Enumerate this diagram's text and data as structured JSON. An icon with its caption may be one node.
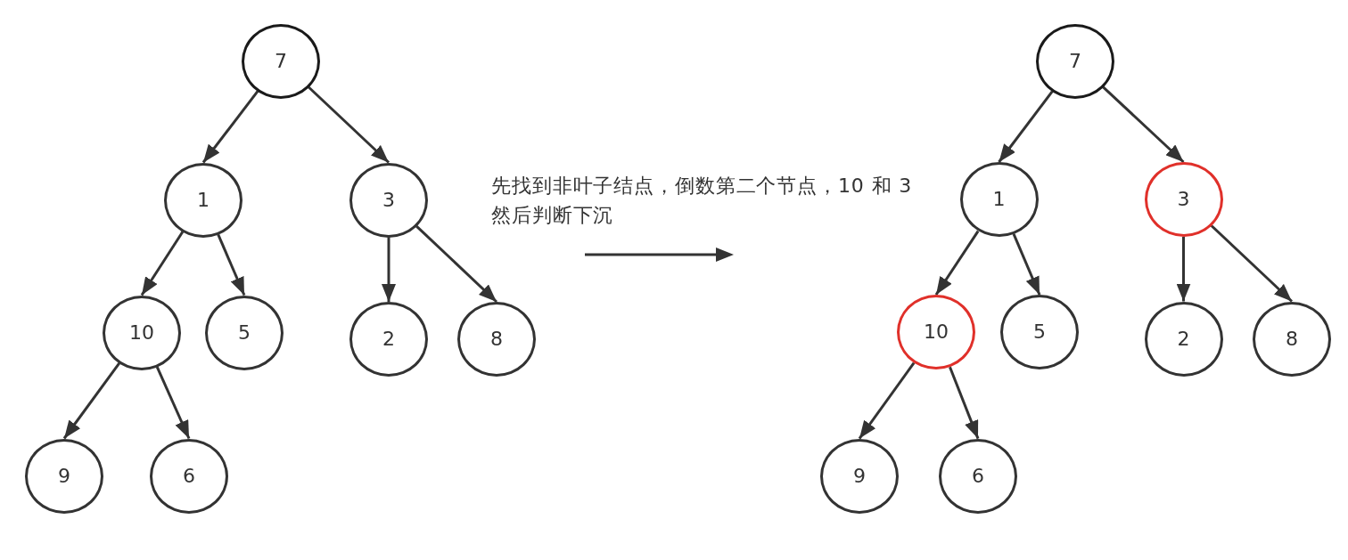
{
  "diagram": {
    "nodes": [
      {
        "text": [
          "7"
        ]
      },
      {
        "text": [
          "1"
        ]
      },
      {
        "text": [
          "3"
        ]
      },
      {
        "text": [
          "10"
        ]
      },
      {
        "text": [
          "5"
        ]
      },
      {
        "text": [
          "2"
        ]
      },
      {
        "text": [
          "8"
        ]
      },
      {
        "text": [
          "9"
        ]
      },
      {
        "text": [
          "6"
        ]
      },
      {
        "text": [
          "7"
        ]
      },
      {
        "text": [
          "1"
        ]
      },
      {
        "text": [
          "3"
        ]
      },
      {
        "text": [
          "10"
        ]
      },
      {
        "text": [
          "5"
        ]
      },
      {
        "text": [
          "2"
        ]
      },
      {
        "text": [
          "8"
        ]
      },
      {
        "text": [
          "9"
        ]
      },
      {
        "text": [
          "6"
        ]
      }
    ],
    "edges": [
      {
        "from": 0,
        "to": 1,
        "arrow": "to"
      },
      {
        "from": 0,
        "to": 2,
        "arrow": "to"
      },
      {
        "from": 1,
        "to": 3,
        "arrow": "to"
      },
      {
        "from": 1,
        "to": 4,
        "arrow": "to"
      },
      {
        "from": 2,
        "to": 5,
        "arrow": "to"
      },
      {
        "from": 2,
        "to": 6,
        "arrow": "to"
      },
      {
        "from": 3,
        "to": 7,
        "arrow": "to"
      },
      {
        "from": 3,
        "to": 8,
        "arrow": "to"
      },
      {
        "from": 9,
        "to": 10,
        "arrow": "to"
      },
      {
        "from": 9,
        "to": 11,
        "arrow": "to"
      },
      {
        "from": 10,
        "to": 12,
        "arrow": "to"
      },
      {
        "from": 10,
        "to": 13,
        "arrow": "to"
      },
      {
        "from": 11,
        "to": 14,
        "arrow": "to"
      },
      {
        "from": 11,
        "to": 15,
        "arrow": "to"
      },
      {
        "from": 12,
        "to": 16,
        "arrow": "to"
      },
      {
        "from": 12,
        "to": 17,
        "arrow": "to"
      }
    ],
    "labels": [
      "先找到非叶子结点，倒数第二个节点，10 和 3然后判断下沉"
    ]
  }
}
